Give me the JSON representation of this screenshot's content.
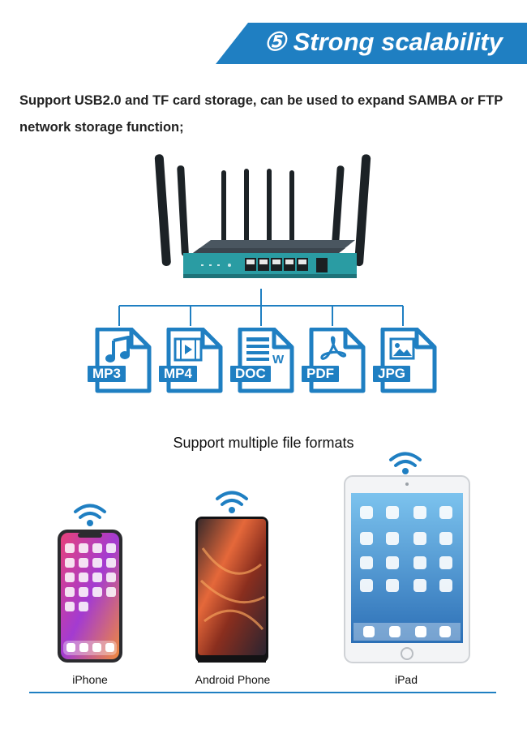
{
  "banner": {
    "title": "⑤ Strong scalability"
  },
  "intro": {
    "text": "Support USB2.0 and TF card storage, can be used to expand SAMBA or FTP network storage function;"
  },
  "file_formats": [
    {
      "label": "MP3",
      "icon": "music-note-icon"
    },
    {
      "label": "MP4",
      "icon": "film-icon"
    },
    {
      "label": "DOC",
      "icon": "document-text-icon"
    },
    {
      "label": "PDF",
      "icon": "pdf-acrobat-icon"
    },
    {
      "label": "JPG",
      "icon": "image-icon"
    }
  ],
  "caption": "Support multiple file formats",
  "devices": [
    {
      "label": "iPhone"
    },
    {
      "label": "Android Phone"
    },
    {
      "label": "iPad"
    }
  ],
  "colors": {
    "accent": "#1f7fc2",
    "router_teal": "#2a9ca3"
  }
}
